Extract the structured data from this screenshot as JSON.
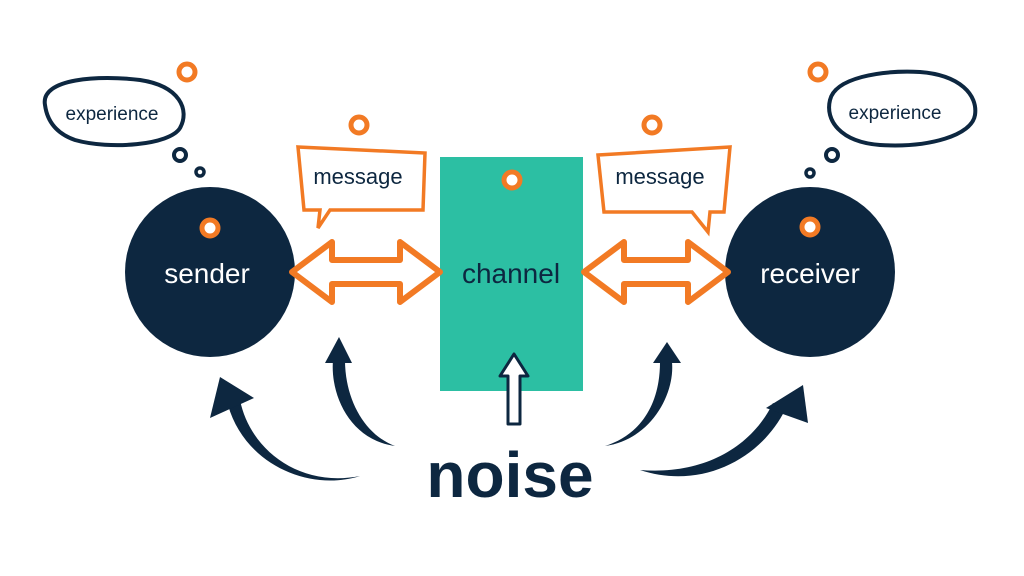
{
  "colors": {
    "navy": "#0d2740",
    "teal": "#2cbfa3",
    "orange": "#f27a24",
    "white": "#ffffff"
  },
  "sender": {
    "label": "sender",
    "thought": "experience"
  },
  "receiver": {
    "label": "receiver",
    "thought": "experience"
  },
  "channel": {
    "label": "channel"
  },
  "message_left": {
    "label": "message"
  },
  "message_right": {
    "label": "message"
  },
  "noise": {
    "label": "noise"
  }
}
